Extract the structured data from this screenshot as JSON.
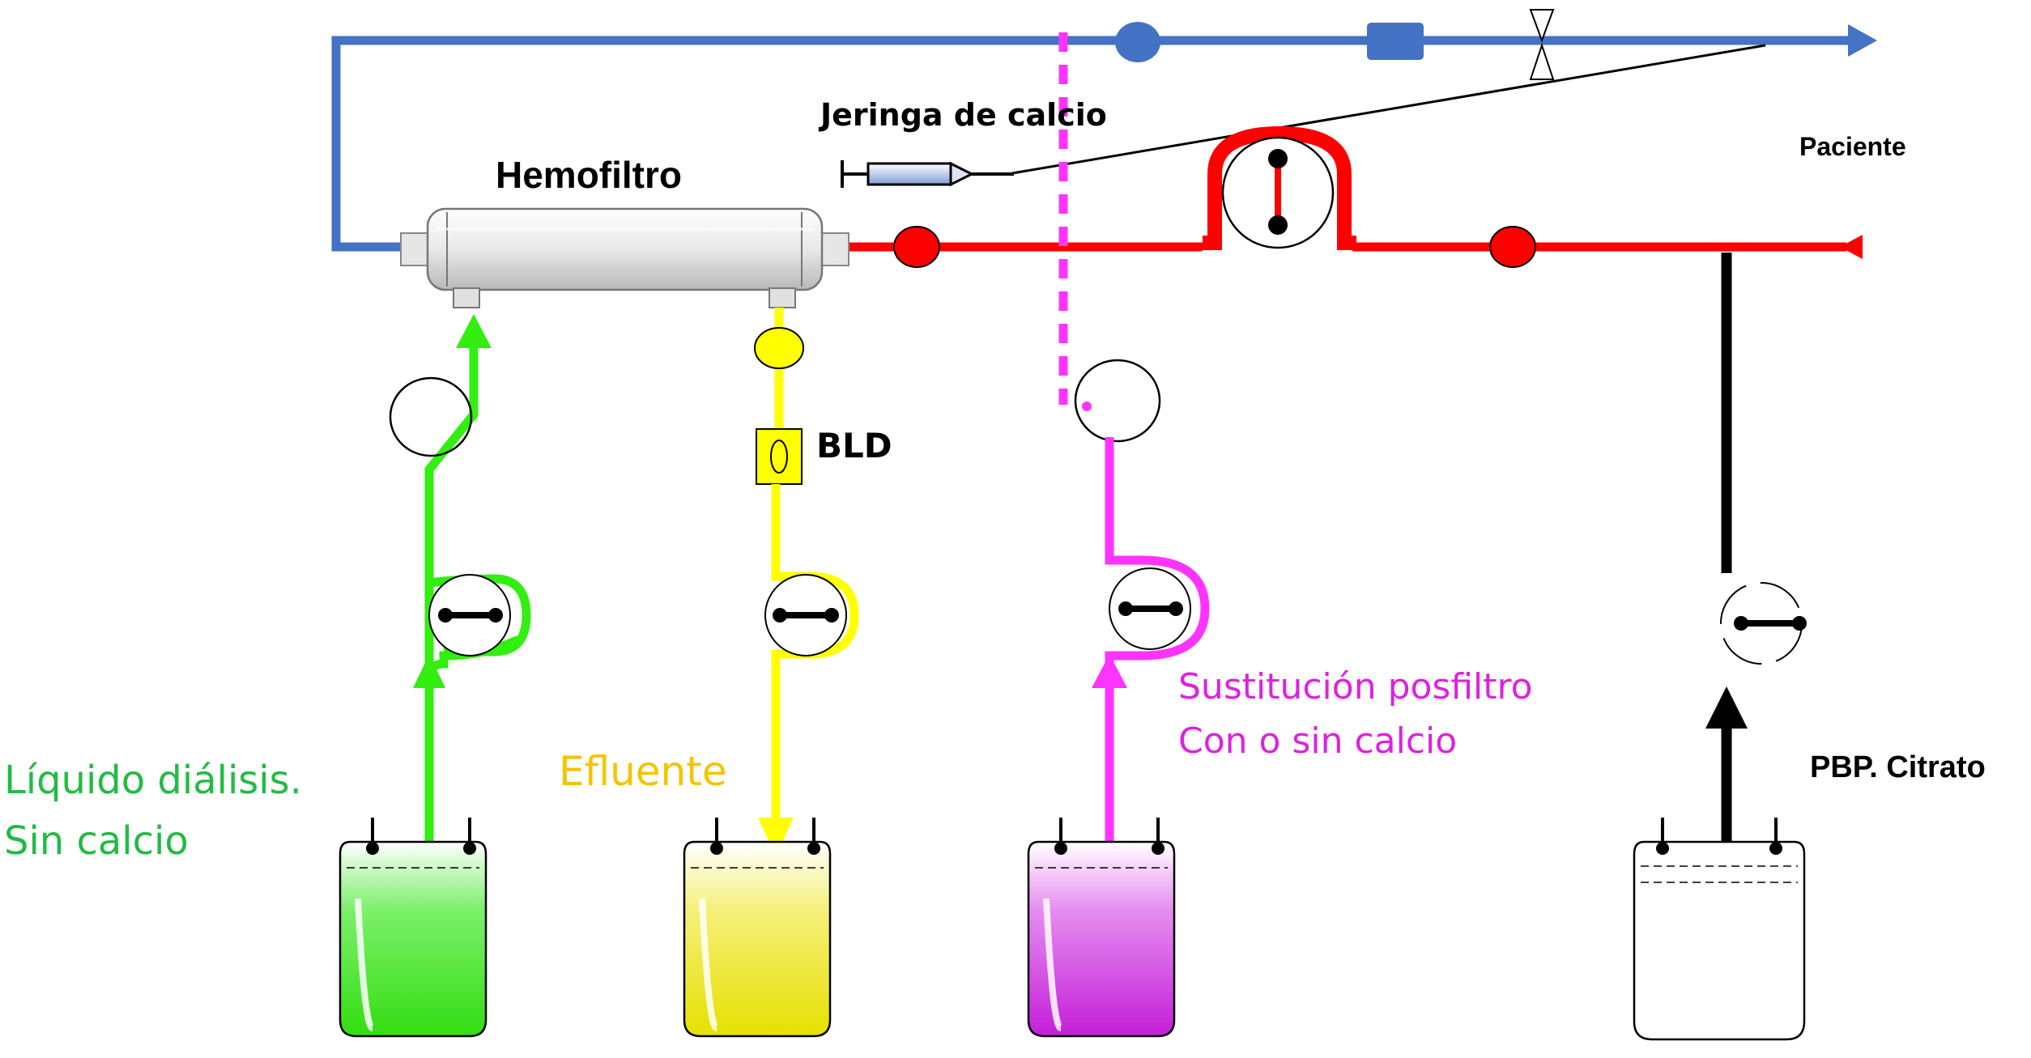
{
  "labels": {
    "calcium_syringe": "Jeringa de calcio",
    "hemofilter": "Hemofiltro",
    "patient": "Paciente",
    "bld": "BLD",
    "dialysate_line1": "Líquido diálisis.",
    "dialysate_line2": "Sin calcio",
    "effluent": "Efluente",
    "substitution_line1": "Sustitución posfiltro",
    "substitution_line2": "Con o sin calcio",
    "citrate": "PBP. Citrato"
  },
  "colors": {
    "return_line": "#4472c4",
    "blood_line": "#ff0000",
    "dialysate": "#33ee11",
    "dialysate_text": "#22bb44",
    "effluent": "#ffff00",
    "effluent_text": "#f5c400",
    "effluent_fluid": "#eeee00",
    "substitution": "#ff33ff",
    "substitution_text": "#dd22dd",
    "substitution_fluid": "#cc22dd",
    "citrate": "#000000"
  }
}
